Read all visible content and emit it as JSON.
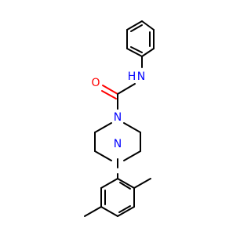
{
  "molecule": {
    "atoms": [
      {
        "id": "O1",
        "label": "O",
        "color": "#ff0000"
      },
      {
        "id": "N_amide",
        "label": "N",
        "color": "#0000ff"
      },
      {
        "id": "H_amide",
        "label": "H",
        "color": "#0000ff"
      },
      {
        "id": "N_pip_top",
        "label": "N",
        "color": "#0000ff"
      },
      {
        "id": "N_pip_bottom",
        "label": "N",
        "color": "#0000ff"
      }
    ],
    "colors": {
      "bond": "#000000",
      "oxygen": "#ff0000",
      "nitrogen": "#0000ff"
    }
  }
}
